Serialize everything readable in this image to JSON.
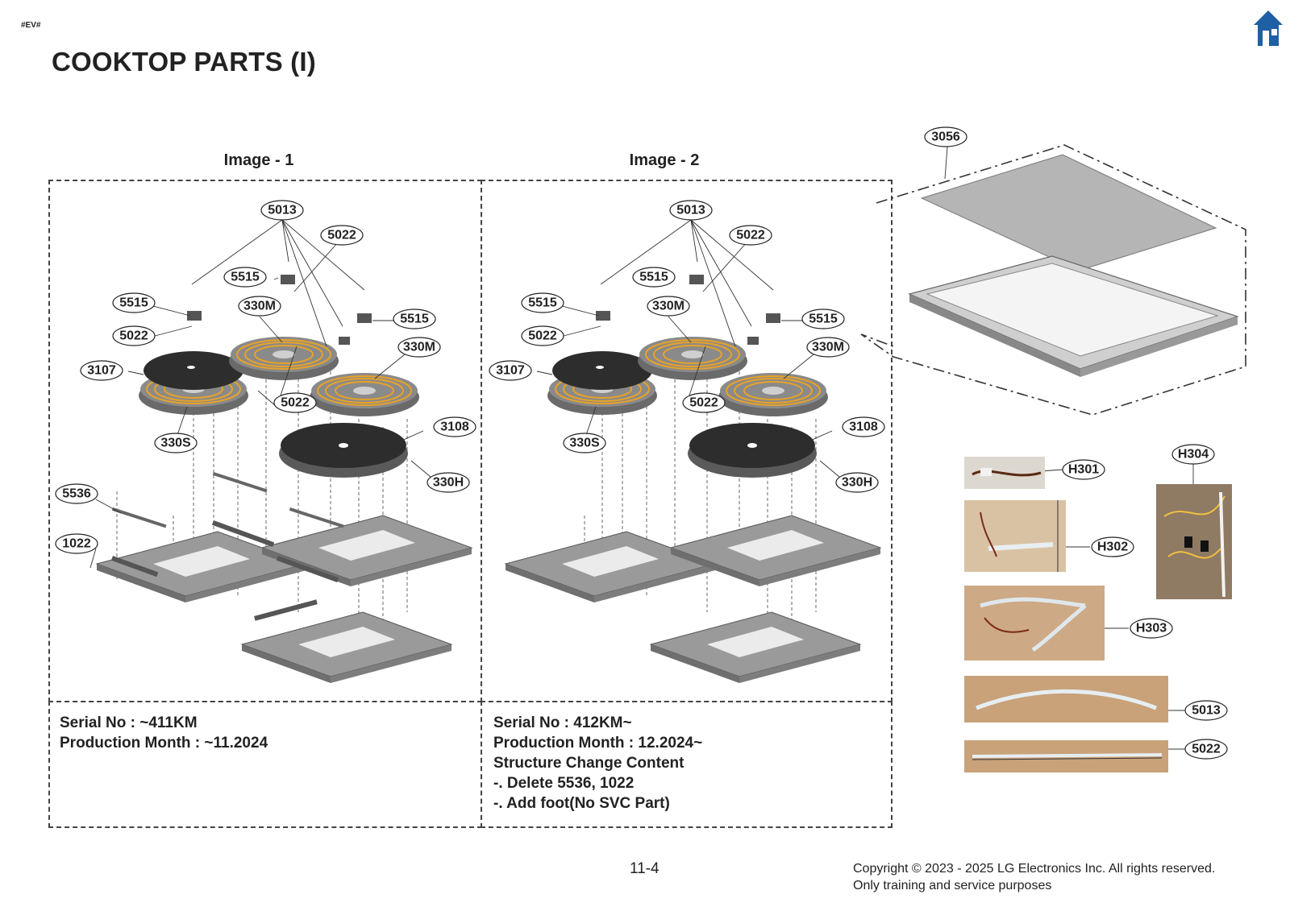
{
  "header": {
    "tag": "#EV#",
    "title": "COOKTOP PARTS (I)",
    "home_icon": "home-icon"
  },
  "images": [
    {
      "title": "Image - 1",
      "notes": [
        "Serial No : ~411KM",
        "Production Month : ~11.2024"
      ],
      "labels": [
        "5013",
        "5022",
        "5515",
        "5515",
        "330M",
        "5515",
        "5022",
        "330M",
        "3107",
        "5022",
        "3108",
        "330S",
        "330H",
        "5536",
        "1022"
      ]
    },
    {
      "title": "Image - 2",
      "notes": [
        "Serial No : 412KM~",
        "Production Month : 12.2024~",
        "Structure Change Content",
        "-. Delete 5536, 1022",
        "-. Add foot(No SVC Part)"
      ],
      "labels": [
        "5013",
        "5022",
        "5515",
        "5515",
        "330M",
        "5515",
        "5022",
        "330M",
        "3107",
        "5022",
        "3108",
        "330S",
        "330H"
      ]
    }
  ],
  "glass_top": {
    "label": "3056"
  },
  "harness_photos": [
    {
      "label": "H301"
    },
    {
      "label": "H302"
    },
    {
      "label": "H303"
    },
    {
      "label": "H304"
    },
    {
      "label": "5013"
    },
    {
      "label": "5022"
    }
  ],
  "footer": {
    "page_number": "11-4",
    "copyright_line1": "Copyright © 2023 - 2025 LG Electronics Inc. All rights reserved.",
    "copyright_line2": "Only training and service purposes"
  },
  "colors": {
    "text": "#222222",
    "home_icon": "#1f5fa3",
    "coil_copper": "#e8a227",
    "metal_plate": "#8c8c8c",
    "glass": "#b5b5b5",
    "wood": "#c9a27a"
  }
}
